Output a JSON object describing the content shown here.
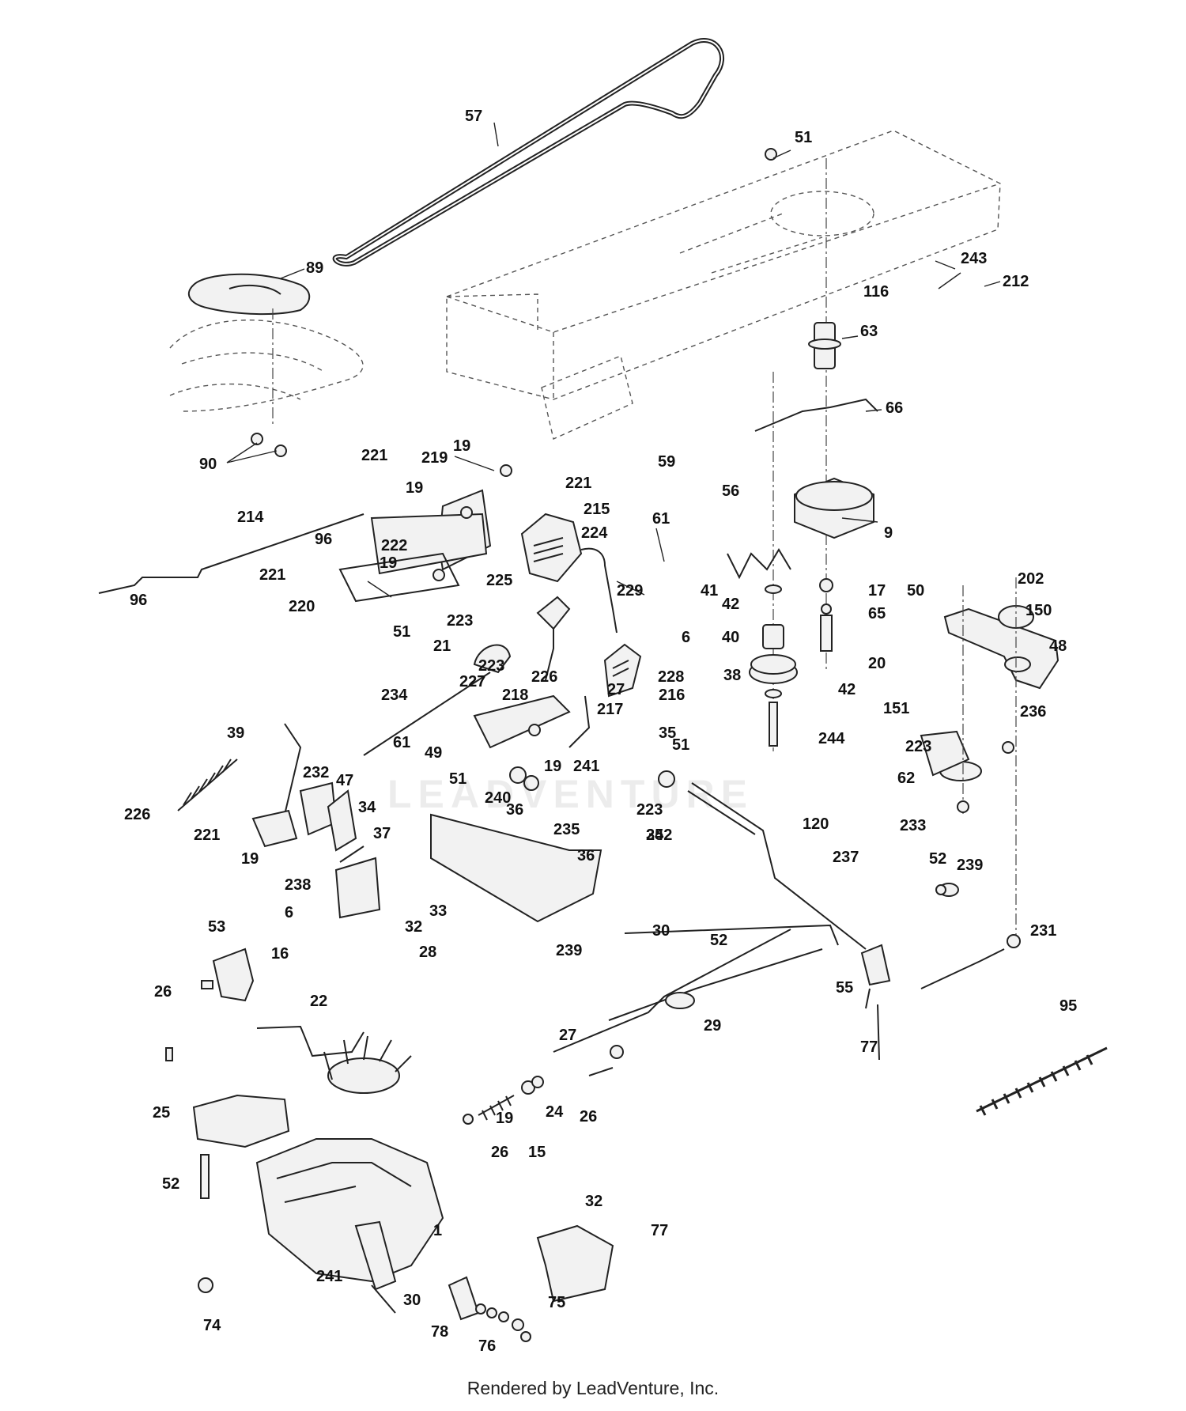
{
  "footer": "Rendered by LeadVenture, Inc.",
  "watermark": "LEADVENTURE",
  "colors": {
    "line": "#222222",
    "label": "#111111",
    "background": "#ffffff"
  },
  "part_labels": [
    {
      "id": "l57",
      "text": "57"
    },
    {
      "id": "l51a",
      "text": "51"
    },
    {
      "id": "l89",
      "text": "89"
    },
    {
      "id": "l243",
      "text": "243"
    },
    {
      "id": "l116",
      "text": "116"
    },
    {
      "id": "l212",
      "text": "212"
    },
    {
      "id": "l63",
      "text": "63"
    },
    {
      "id": "l66",
      "text": "66"
    },
    {
      "id": "l90",
      "text": "90"
    },
    {
      "id": "l19a",
      "text": "19"
    },
    {
      "id": "l221a",
      "text": "221"
    },
    {
      "id": "l219",
      "text": "219"
    },
    {
      "id": "l221b",
      "text": "221"
    },
    {
      "id": "l19b",
      "text": "19"
    },
    {
      "id": "l59",
      "text": "59"
    },
    {
      "id": "l56",
      "text": "56"
    },
    {
      "id": "l61a",
      "text": "61"
    },
    {
      "id": "l9",
      "text": "9"
    },
    {
      "id": "l214",
      "text": "214"
    },
    {
      "id": "l96a",
      "text": "96"
    },
    {
      "id": "l215",
      "text": "215"
    },
    {
      "id": "l222",
      "text": "222"
    },
    {
      "id": "l224",
      "text": "224"
    },
    {
      "id": "l19c",
      "text": "19"
    },
    {
      "id": "l221c",
      "text": "221"
    },
    {
      "id": "l96b",
      "text": "96"
    },
    {
      "id": "l225",
      "text": "225"
    },
    {
      "id": "l229",
      "text": "229"
    },
    {
      "id": "l220",
      "text": "220"
    },
    {
      "id": "l223a",
      "text": "223"
    },
    {
      "id": "l51b",
      "text": "51"
    },
    {
      "id": "l6a",
      "text": "6"
    },
    {
      "id": "l41",
      "text": "41"
    },
    {
      "id": "l17",
      "text": "17"
    },
    {
      "id": "l42a",
      "text": "42"
    },
    {
      "id": "l65",
      "text": "65"
    },
    {
      "id": "l50",
      "text": "50"
    },
    {
      "id": "l202",
      "text": "202"
    },
    {
      "id": "l150",
      "text": "150"
    },
    {
      "id": "l40",
      "text": "40"
    },
    {
      "id": "l20",
      "text": "20"
    },
    {
      "id": "l48",
      "text": "48"
    },
    {
      "id": "l21",
      "text": "21"
    },
    {
      "id": "l223b",
      "text": "223"
    },
    {
      "id": "l228",
      "text": "228"
    },
    {
      "id": "l226a",
      "text": "226"
    },
    {
      "id": "l38",
      "text": "38"
    },
    {
      "id": "l42b",
      "text": "42"
    },
    {
      "id": "l227",
      "text": "227"
    },
    {
      "id": "l234",
      "text": "234"
    },
    {
      "id": "l218",
      "text": "218"
    },
    {
      "id": "l216",
      "text": "216"
    },
    {
      "id": "l217",
      "text": "217"
    },
    {
      "id": "l27a",
      "text": "27"
    },
    {
      "id": "l151",
      "text": "151"
    },
    {
      "id": "l236",
      "text": "236"
    },
    {
      "id": "l39",
      "text": "39"
    },
    {
      "id": "l244",
      "text": "244"
    },
    {
      "id": "l35a",
      "text": "35"
    },
    {
      "id": "l51c",
      "text": "51"
    },
    {
      "id": "l19d",
      "text": "19"
    },
    {
      "id": "l61b",
      "text": "61"
    },
    {
      "id": "l49",
      "text": "49"
    },
    {
      "id": "l223c",
      "text": "223"
    },
    {
      "id": "l51d",
      "text": "51"
    },
    {
      "id": "l241a",
      "text": "241"
    },
    {
      "id": "l232",
      "text": "232"
    },
    {
      "id": "l47",
      "text": "47"
    },
    {
      "id": "l62",
      "text": "62"
    },
    {
      "id": "l223d",
      "text": "223"
    },
    {
      "id": "l240",
      "text": "240"
    },
    {
      "id": "l226b",
      "text": "226"
    },
    {
      "id": "l36a",
      "text": "36"
    },
    {
      "id": "l242",
      "text": "242"
    },
    {
      "id": "l34",
      "text": "34"
    },
    {
      "id": "l120",
      "text": "120"
    },
    {
      "id": "l233",
      "text": "233"
    },
    {
      "id": "l221d",
      "text": "221"
    },
    {
      "id": "l235",
      "text": "235"
    },
    {
      "id": "l37",
      "text": "37"
    },
    {
      "id": "l237",
      "text": "237"
    },
    {
      "id": "l19e",
      "text": "19"
    },
    {
      "id": "l36b",
      "text": "36"
    },
    {
      "id": "l35b",
      "text": "35"
    },
    {
      "id": "l52a",
      "text": "52"
    },
    {
      "id": "l239a",
      "text": "239"
    },
    {
      "id": "l238",
      "text": "238"
    },
    {
      "id": "l33",
      "text": "33"
    },
    {
      "id": "l6b",
      "text": "6"
    },
    {
      "id": "l32a",
      "text": "32"
    },
    {
      "id": "l30a",
      "text": "30"
    },
    {
      "id": "l53",
      "text": "53"
    },
    {
      "id": "l231",
      "text": "231"
    },
    {
      "id": "l239b",
      "text": "239"
    },
    {
      "id": "l28",
      "text": "28"
    },
    {
      "id": "l52b",
      "text": "52"
    },
    {
      "id": "l16",
      "text": "16"
    },
    {
      "id": "l26a",
      "text": "26"
    },
    {
      "id": "l55",
      "text": "55"
    },
    {
      "id": "l95",
      "text": "95"
    },
    {
      "id": "l22",
      "text": "22"
    },
    {
      "id": "l29",
      "text": "29"
    },
    {
      "id": "l27b",
      "text": "27"
    },
    {
      "id": "l77a",
      "text": "77"
    },
    {
      "id": "l25",
      "text": "25"
    },
    {
      "id": "l19f",
      "text": "19"
    },
    {
      "id": "l24",
      "text": "24"
    },
    {
      "id": "l26b",
      "text": "26"
    },
    {
      "id": "l26c",
      "text": "26"
    },
    {
      "id": "l15",
      "text": "15"
    },
    {
      "id": "l52c",
      "text": "52"
    },
    {
      "id": "l32b",
      "text": "32"
    },
    {
      "id": "l77b",
      "text": "77"
    },
    {
      "id": "l1",
      "text": "1"
    },
    {
      "id": "l241b",
      "text": "241"
    },
    {
      "id": "l74",
      "text": "74"
    },
    {
      "id": "l30b",
      "text": "30"
    },
    {
      "id": "l75",
      "text": "75"
    },
    {
      "id": "l78",
      "text": "78"
    },
    {
      "id": "l76",
      "text": "76"
    }
  ]
}
